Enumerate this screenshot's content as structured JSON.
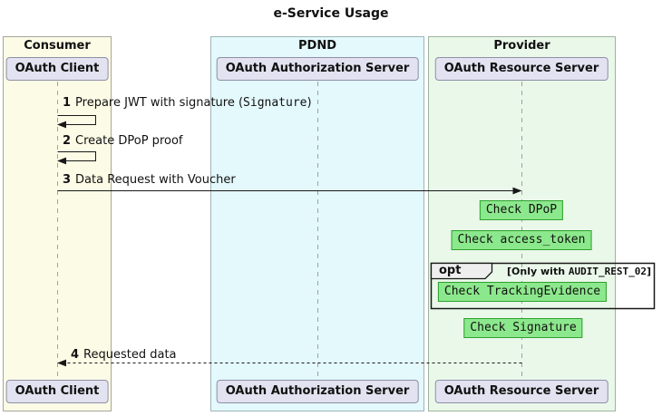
{
  "diagram": {
    "type": "sequence-diagram",
    "title": "e-Service Usage"
  },
  "groups": [
    {
      "id": "consumer",
      "label": "Consumer",
      "participant": "OAuth Client",
      "bg": "#fcfce6"
    },
    {
      "id": "pdnd",
      "label": "PDND",
      "participant": "OAuth Authorization Server",
      "bg": "#e3f9fc"
    },
    {
      "id": "provider",
      "label": "Provider",
      "participant": "OAuth Resource Server",
      "bg": "#eaf8ea"
    }
  ],
  "messages": [
    {
      "num": "1",
      "pre": "Prepare JWT with signature (",
      "mono": "Signature",
      "post": ")",
      "type": "self",
      "on": "OAuth Client"
    },
    {
      "num": "2",
      "text": "Create DPoP proof",
      "type": "self",
      "on": "OAuth Client"
    },
    {
      "num": "3",
      "text": "Data Request with Voucher",
      "type": "solid-arrow",
      "from": "OAuth Client",
      "to": "OAuth Resource Server"
    },
    {
      "num": "4",
      "text": "Requested data",
      "type": "dashed-arrow",
      "from": "OAuth Resource Server",
      "to": "OAuth Client"
    }
  ],
  "notes": [
    {
      "text": "Check DPoP"
    },
    {
      "text": "Check access_token"
    },
    {
      "text": "Check TrackingEvidence"
    },
    {
      "text": "Check Signature"
    }
  ],
  "opt_frame": {
    "keyword": "opt",
    "guard_pre": "[Only with ",
    "guard_mono": "AUDIT_REST_02",
    "guard_post": "]"
  },
  "colors": {
    "note_fill": "#8ce88c",
    "note_border": "#2ea02e",
    "participant_fill": "#e2e2f0",
    "participant_border": "#8f8fa8",
    "lifeline": "#a0a0a0",
    "arrow": "#181818",
    "opt_tab_fill": "#eeeeee"
  }
}
